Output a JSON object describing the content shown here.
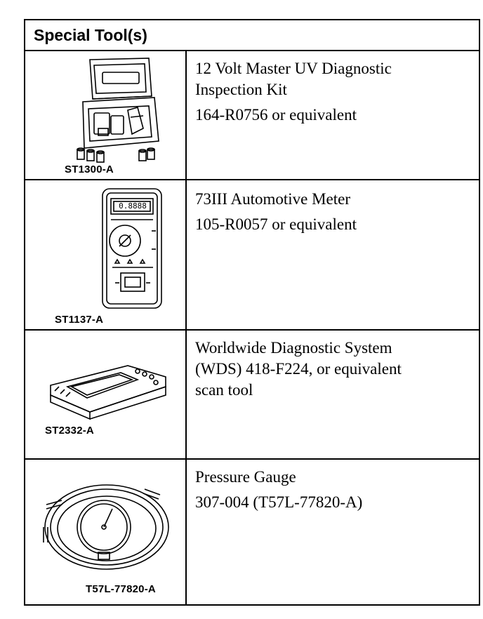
{
  "header": {
    "title": "Special Tool(s)"
  },
  "tools": [
    {
      "icon": "uv-diagnostic-kit-case",
      "code": "ST1300-A",
      "name_lines": [
        "12 Volt Master UV Diagnostic",
        "Inspection Kit"
      ],
      "part": "164-R0756 or equivalent"
    },
    {
      "icon": "automotive-multimeter",
      "code": "ST1137-A",
      "name_lines": [
        "73III Automotive Meter"
      ],
      "part": "105-R0057 or equivalent",
      "meter_display": "0.8888"
    },
    {
      "icon": "scan-tool-tablet",
      "code": "ST2332-A",
      "name_lines": [
        "Worldwide Diagnostic System",
        "(WDS) 418-F224, or equivalent",
        "scan tool"
      ],
      "part": ""
    },
    {
      "icon": "pressure-gauge-with-hose",
      "code": "T57L-77820-A",
      "name_lines": [
        "Pressure Gauge"
      ],
      "part": "307-004 (T57L-77820-A)"
    }
  ]
}
